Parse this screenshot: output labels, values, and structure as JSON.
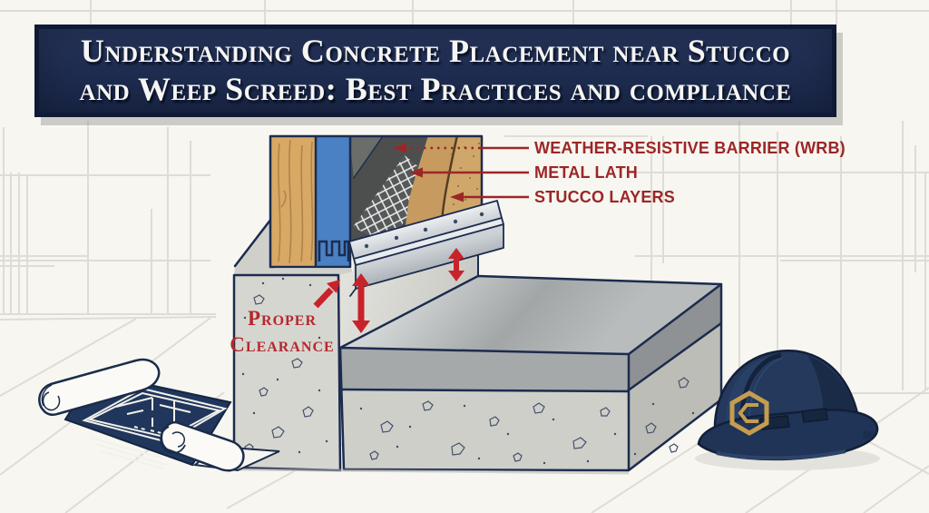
{
  "title": {
    "line1": "Understanding Concrete Placement near Stucco",
    "line2": "and Weep Screed: Best Practices and compliance"
  },
  "callouts": {
    "wrb": "WEATHER-RESISTIVE BARRIER (WRB)",
    "metal_lath": "METAL LATH",
    "stucco_layers": "STUCCO LAYERS"
  },
  "clearance": {
    "line1": "Proper",
    "line2": "Clearance"
  },
  "colors": {
    "background": "#f7f6f1",
    "grid_line": "#dedcd6",
    "banner_bg": "#1e2c50",
    "banner_border": "#0f1b36",
    "banner_text": "#f5f5f3",
    "callout_red": "#9c2626",
    "arrow_red": "#c8232b",
    "clearance_red": "#b5282c",
    "outline_navy": "#1c2c4e",
    "wood": "#d8a865",
    "sheathing_blue": "#4a80c4",
    "wrb_dark": "#4d4f4e",
    "lath_white": "#eef1f3",
    "stucco_base": "#c79a5f",
    "stucco_finish": "#d0a76a",
    "screed_silver": "#ccd1d6",
    "concrete": "#d6d6d1",
    "slab_top": "#c3c6c7",
    "hat_navy": "#24395c",
    "hat_gold": "#c59d4e",
    "blueprint_navy": "#20365c"
  }
}
